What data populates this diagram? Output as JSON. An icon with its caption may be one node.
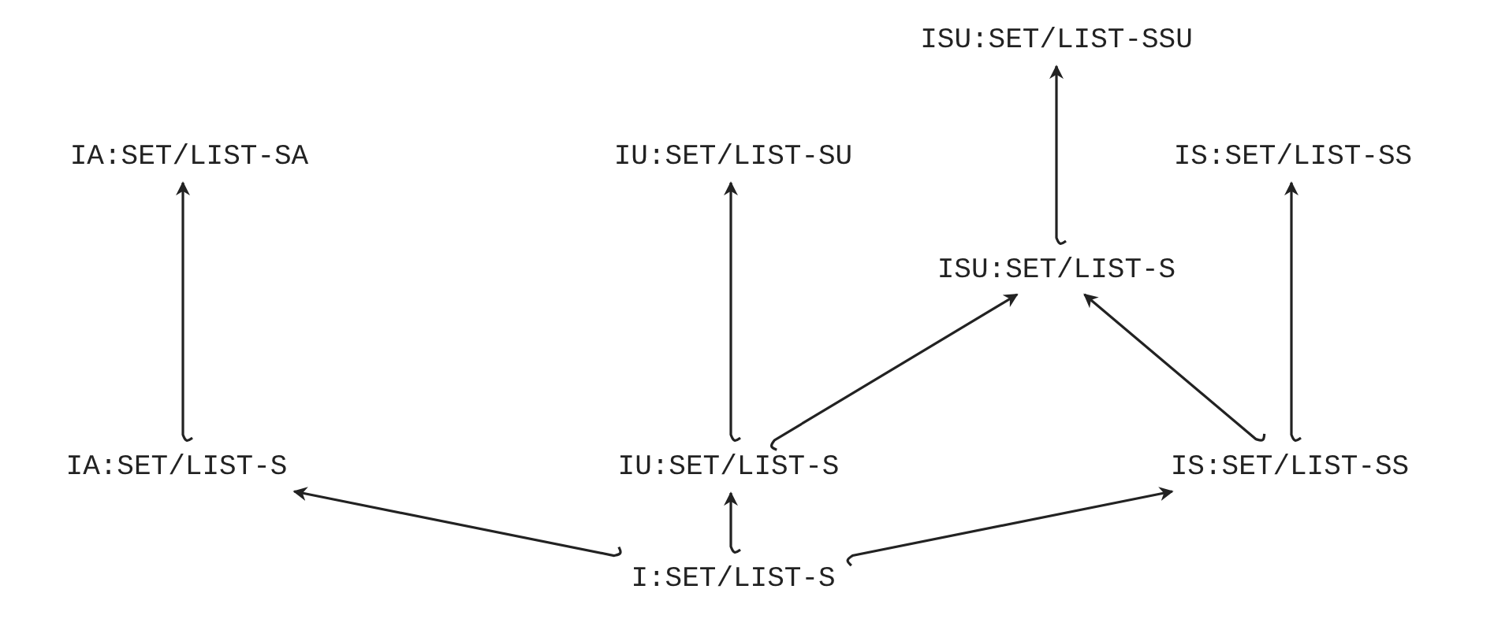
{
  "diagram": {
    "nodes": [
      {
        "text": [
          "ISU:SET/LIST-SSU"
        ]
      },
      {
        "text": [
          "IA:SET/LIST-SA"
        ]
      },
      {
        "text": [
          "IU:SET/LIST-SU"
        ]
      },
      {
        "text": [
          "IS:SET/LIST-SS"
        ]
      },
      {
        "text": [
          "ISU:SET/LIST-S"
        ]
      },
      {
        "text": [
          "IA:SET/LIST-S"
        ]
      },
      {
        "text": [
          "IU:SET/LIST-S"
        ]
      },
      {
        "text": [
          "IS:SET/LIST-SS"
        ]
      },
      {
        "text": [
          "I:SET/LIST-S"
        ]
      }
    ],
    "edges": [
      {
        "from": 5,
        "to": 1,
        "arrow": "to"
      },
      {
        "from": 6,
        "to": 2,
        "arrow": "to"
      },
      {
        "from": 4,
        "to": 0,
        "arrow": "to"
      },
      {
        "from": 7,
        "to": 3,
        "arrow": "to"
      },
      {
        "from": 6,
        "to": 4,
        "arrow": "to"
      },
      {
        "from": 7,
        "to": 4,
        "arrow": "to"
      },
      {
        "from": 8,
        "to": 5,
        "arrow": "to"
      },
      {
        "from": 8,
        "to": 6,
        "arrow": "to"
      },
      {
        "from": 8,
        "to": 7,
        "arrow": "to"
      }
    ]
  }
}
